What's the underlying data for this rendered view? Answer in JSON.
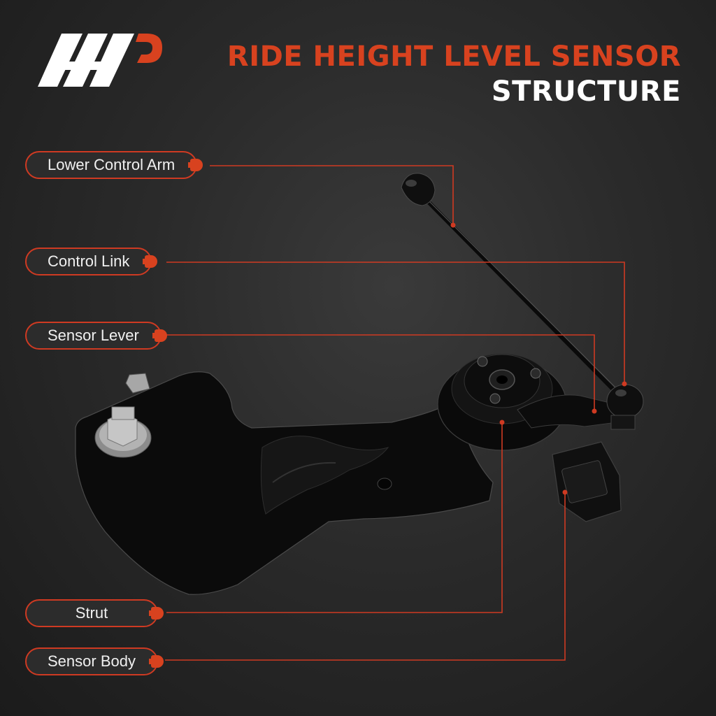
{
  "brand": {
    "logo_name": "A-Premium logo",
    "accent_color": "#d8421f",
    "text_color": "#ffffff"
  },
  "title": {
    "line1": "RIDE HEIGHT LEVEL SENSOR",
    "line2": "STRUCTURE"
  },
  "callouts": [
    {
      "id": "lower-control-arm",
      "label": "Lower Control Arm"
    },
    {
      "id": "control-link",
      "label": "Control Link"
    },
    {
      "id": "sensor-lever",
      "label": "Sensor Lever"
    },
    {
      "id": "strut",
      "label": "Strut"
    },
    {
      "id": "sensor-body",
      "label": "Sensor Body"
    }
  ]
}
